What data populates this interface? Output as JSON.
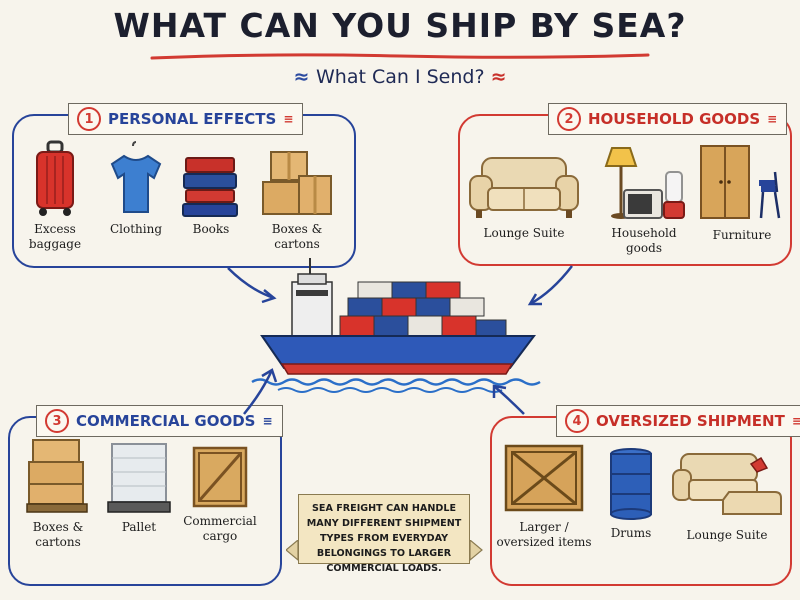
{
  "title": "WHAT CAN YOU SHIP BY SEA?",
  "subtitle": "What Can I Send?",
  "panels": {
    "personal": {
      "number": "1",
      "title": "PERSONAL EFFECTS",
      "items": [
        {
          "label": "Excess baggage",
          "icon": "suitcase-icon"
        },
        {
          "label": "Clothing",
          "icon": "tshirt-icon"
        },
        {
          "label": "Books",
          "icon": "books-icon"
        },
        {
          "label": "Boxes & cartons",
          "icon": "boxes-icon"
        }
      ]
    },
    "household": {
      "number": "2",
      "title": "HOUSEHOLD GOODS",
      "items": [
        {
          "label": "Lounge Suite",
          "icon": "sofa-icon"
        },
        {
          "label": "Household goods",
          "icon": "appliances-icon"
        },
        {
          "label": "Furniture",
          "icon": "wardrobe-icon"
        }
      ]
    },
    "commercial": {
      "number": "3",
      "title": "COMMERCIAL GOODS",
      "items": [
        {
          "label": "Boxes & cartons",
          "icon": "pallet-boxes-icon"
        },
        {
          "label": "Pallet",
          "icon": "wrapped-pallet-icon"
        },
        {
          "label": "Commercial cargo",
          "icon": "crate-icon"
        }
      ]
    },
    "oversized": {
      "number": "4",
      "title": "OVERSIZED SHIPMENT",
      "items": [
        {
          "label": "Larger / oversized items",
          "icon": "large-crate-icon"
        },
        {
          "label": "Drums",
          "icon": "drum-icon"
        },
        {
          "label": "Lounge Suite",
          "icon": "sectional-sofa-icon"
        }
      ]
    }
  },
  "note": "SEA FREIGHT CAN HANDLE MANY DIFFERENT SHIPMENT TYPES FROM EVERYDAY BELONGINGS TO LARGER COMMERCIAL LOADS.",
  "colors": {
    "blue": "#27449a",
    "red": "#d23a32",
    "background": "#f7f4ec",
    "note_paper": "#f3e6c2"
  }
}
